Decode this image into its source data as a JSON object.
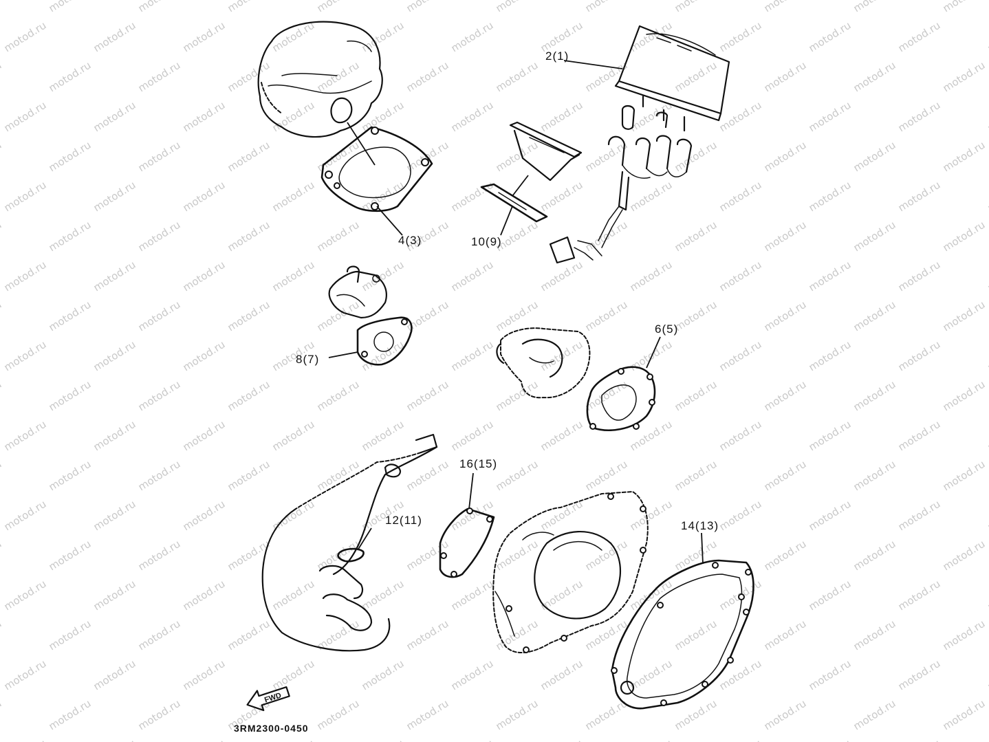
{
  "watermark": "motod.ru",
  "callouts": [
    {
      "id": "2",
      "text": "2(1)"
    },
    {
      "id": "4",
      "text": "4(3)"
    },
    {
      "id": "10",
      "text": "10(9)"
    },
    {
      "id": "8",
      "text": "8(7)"
    },
    {
      "id": "6",
      "text": "6(5)"
    },
    {
      "id": "16",
      "text": "16(15)"
    },
    {
      "id": "12",
      "text": "12(11)"
    },
    {
      "id": "14",
      "text": "14(13)"
    }
  ],
  "fwd_label": "FWD",
  "diagram_code": "3RM2300-0450",
  "colors": {
    "line": "#111111",
    "background": "#ffffff",
    "watermark": "#c9c9c9"
  }
}
